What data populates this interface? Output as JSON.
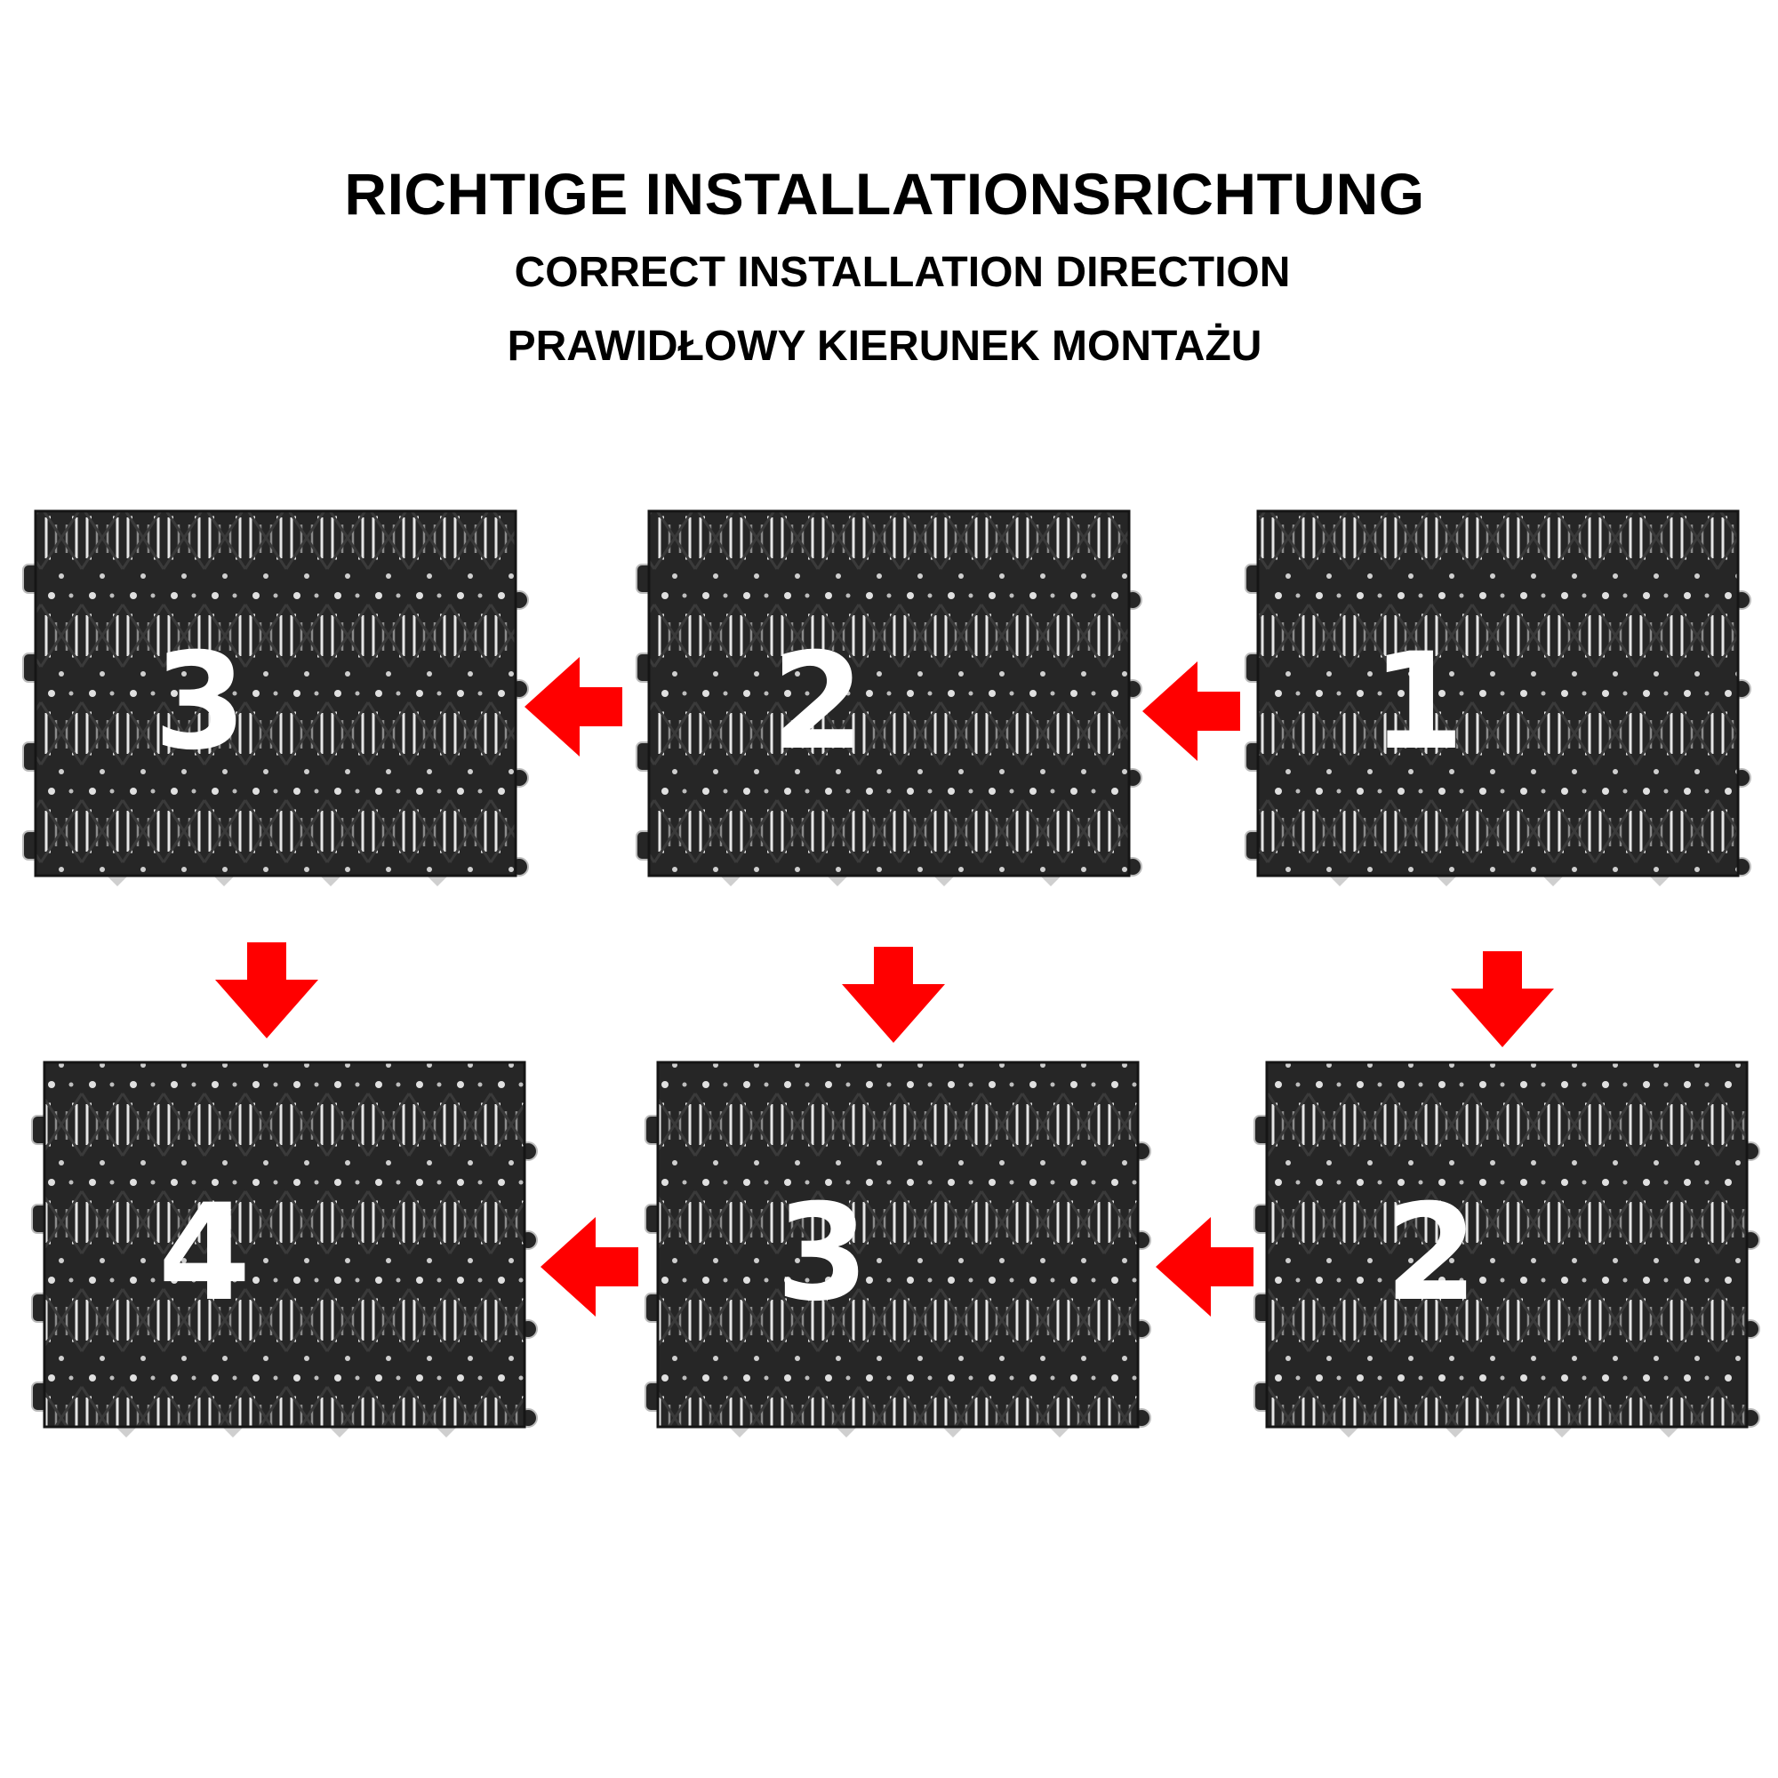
{
  "title": {
    "de": "RICHTIGE INSTALLATIONSRICHTUNG",
    "en": "CORRECT INSTALLATION DIRECTION",
    "pl": "PRAWIDŁOWY KIERUNEK MONTAŻU"
  },
  "colors": {
    "tile": "#262626",
    "tile_edge": "#151515",
    "tile_highlight": "#d9d9d9",
    "arrow": "#ff0000",
    "number": "#ffffff"
  },
  "tiles": [
    {
      "id": "top-left",
      "number": "3"
    },
    {
      "id": "top-middle",
      "number": "2"
    },
    {
      "id": "top-right",
      "number": "1"
    },
    {
      "id": "bottom-left",
      "number": "4"
    },
    {
      "id": "bottom-middle",
      "number": "3"
    },
    {
      "id": "bottom-right",
      "number": "2"
    }
  ],
  "arrows": [
    {
      "id": "arrow-top-right-to-middle",
      "icon": "arrow-left-icon"
    },
    {
      "id": "arrow-top-middle-to-left",
      "icon": "arrow-left-icon"
    },
    {
      "id": "arrow-bottom-right-to-middle",
      "icon": "arrow-left-icon"
    },
    {
      "id": "arrow-bottom-middle-to-left",
      "icon": "arrow-left-icon"
    },
    {
      "id": "arrow-down-left",
      "icon": "arrow-down-icon"
    },
    {
      "id": "arrow-down-middle",
      "icon": "arrow-down-icon"
    },
    {
      "id": "arrow-down-right",
      "icon": "arrow-down-icon"
    }
  ]
}
